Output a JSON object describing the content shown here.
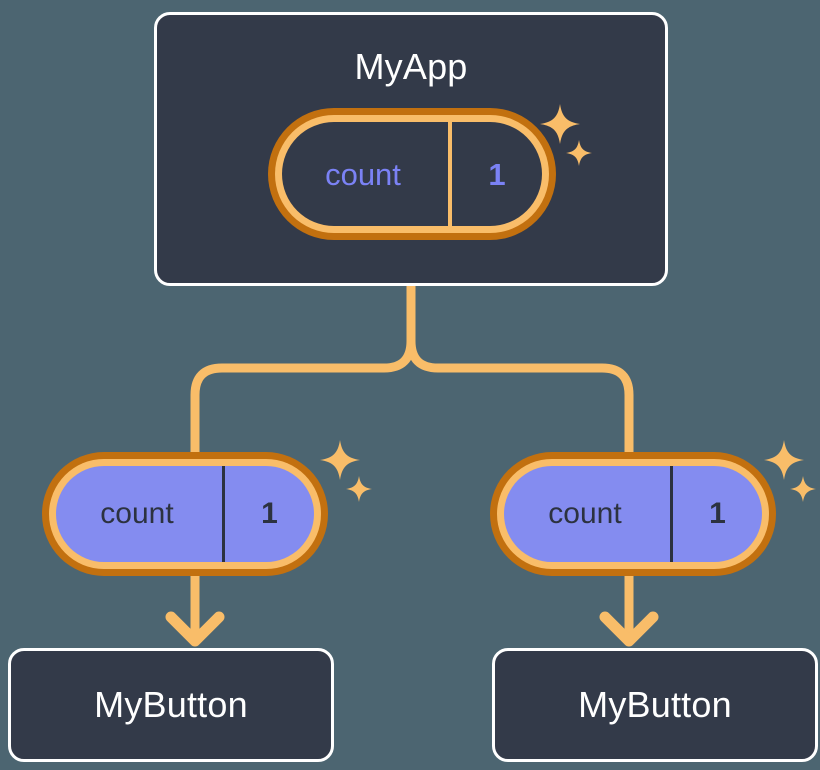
{
  "theme": {
    "background": "#4c6571",
    "box_fill": "#333a49",
    "box_border": "#ffffff",
    "signal_ring_outer": "#c2700f",
    "signal_ring_inner": "#f9bd69",
    "signal_fill_active": "#848cf0",
    "signal_text_on_dark": "#7b82f5",
    "signal_text_on_purple": "#2c3240",
    "wire": "#f9bd69",
    "sparkle": "#f9bd69"
  },
  "diagram": {
    "type": "component-tree",
    "root": {
      "id": "app",
      "title": "MyApp",
      "signal": {
        "name": "count",
        "value": "1",
        "state": "dark"
      },
      "sparkles": [
        "sparkle-large",
        "sparkle-small"
      ]
    },
    "branches": [
      {
        "id": "branch-left",
        "signal": {
          "name": "count",
          "value": "1",
          "state": "active"
        },
        "sparkles": [
          "sparkle-large",
          "sparkle-small"
        ],
        "child": {
          "id": "button-left",
          "title": "MyButton"
        },
        "arrow": "arrow-down-icon"
      },
      {
        "id": "branch-right",
        "signal": {
          "name": "count",
          "value": "1",
          "state": "active"
        },
        "sparkles": [
          "sparkle-large",
          "sparkle-small"
        ],
        "child": {
          "id": "button-right",
          "title": "MyButton"
        },
        "arrow": "arrow-down-icon"
      }
    ]
  }
}
